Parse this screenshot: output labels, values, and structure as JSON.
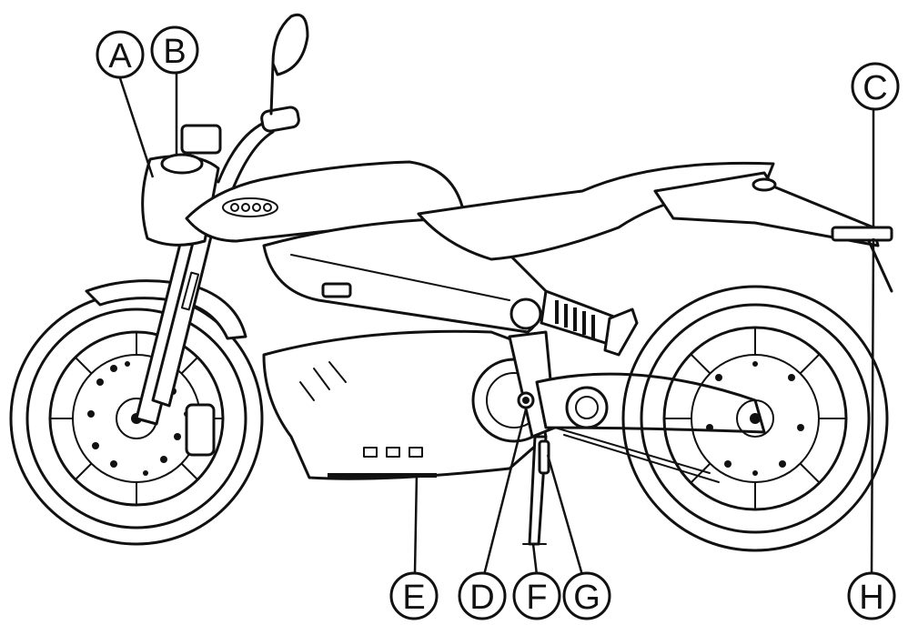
{
  "callouts": [
    {
      "id": "A",
      "label": "A"
    },
    {
      "id": "B",
      "label": "B"
    },
    {
      "id": "C",
      "label": "C"
    },
    {
      "id": "D",
      "label": "D"
    },
    {
      "id": "E",
      "label": "E"
    },
    {
      "id": "F",
      "label": "F"
    },
    {
      "id": "G",
      "label": "G"
    },
    {
      "id": "H",
      "label": "H"
    }
  ],
  "colors": {
    "line": "#111111",
    "background": "#ffffff"
  }
}
